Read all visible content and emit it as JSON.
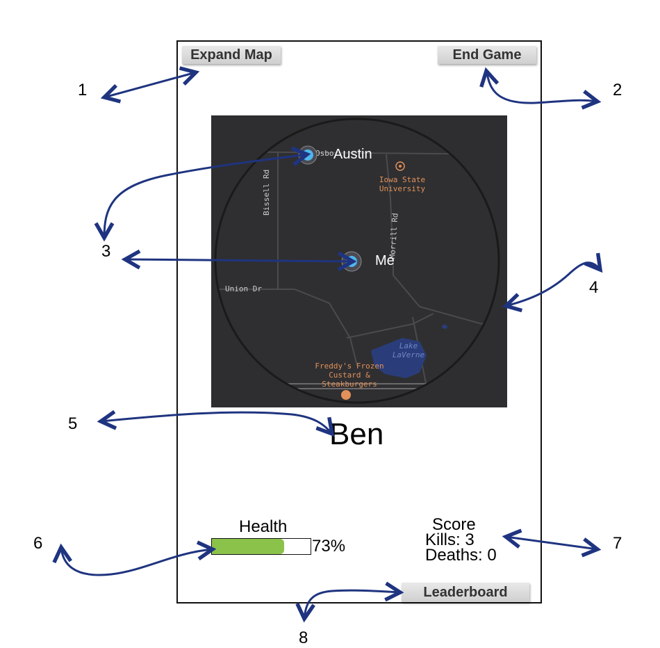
{
  "toolbar": {
    "expand_map": "Expand Map",
    "end_game": "End Game"
  },
  "map": {
    "players": [
      {
        "name": "Austin"
      },
      {
        "name": "Me"
      }
    ],
    "labels": {
      "osborn": "Osbo",
      "iowa_state": "Iowa State\nUniversity",
      "bissell": "Bissell Rd",
      "morrill": "Morrill Rd",
      "union": "Union Dr",
      "lake": "Lake\nLaVerne",
      "freddys": "Freddy's Frozen\nCustard &\nSteakburgers"
    }
  },
  "player": {
    "name": "Ben"
  },
  "health": {
    "label": "Health",
    "value_text": "73%",
    "fraction": 0.73
  },
  "score": {
    "title": "Score",
    "kills": "Kills: 3",
    "deaths": "Deaths: 0"
  },
  "footer": {
    "leaderboard": "Leaderboard"
  },
  "annotations": [
    "1",
    "2",
    "3",
    "4",
    "5",
    "6",
    "7",
    "8"
  ],
  "colors": {
    "health_fill": "#8bc34a",
    "marker": "#4fb6ee",
    "arrow": "#1f3480",
    "map_bg": "#2e2e30"
  }
}
